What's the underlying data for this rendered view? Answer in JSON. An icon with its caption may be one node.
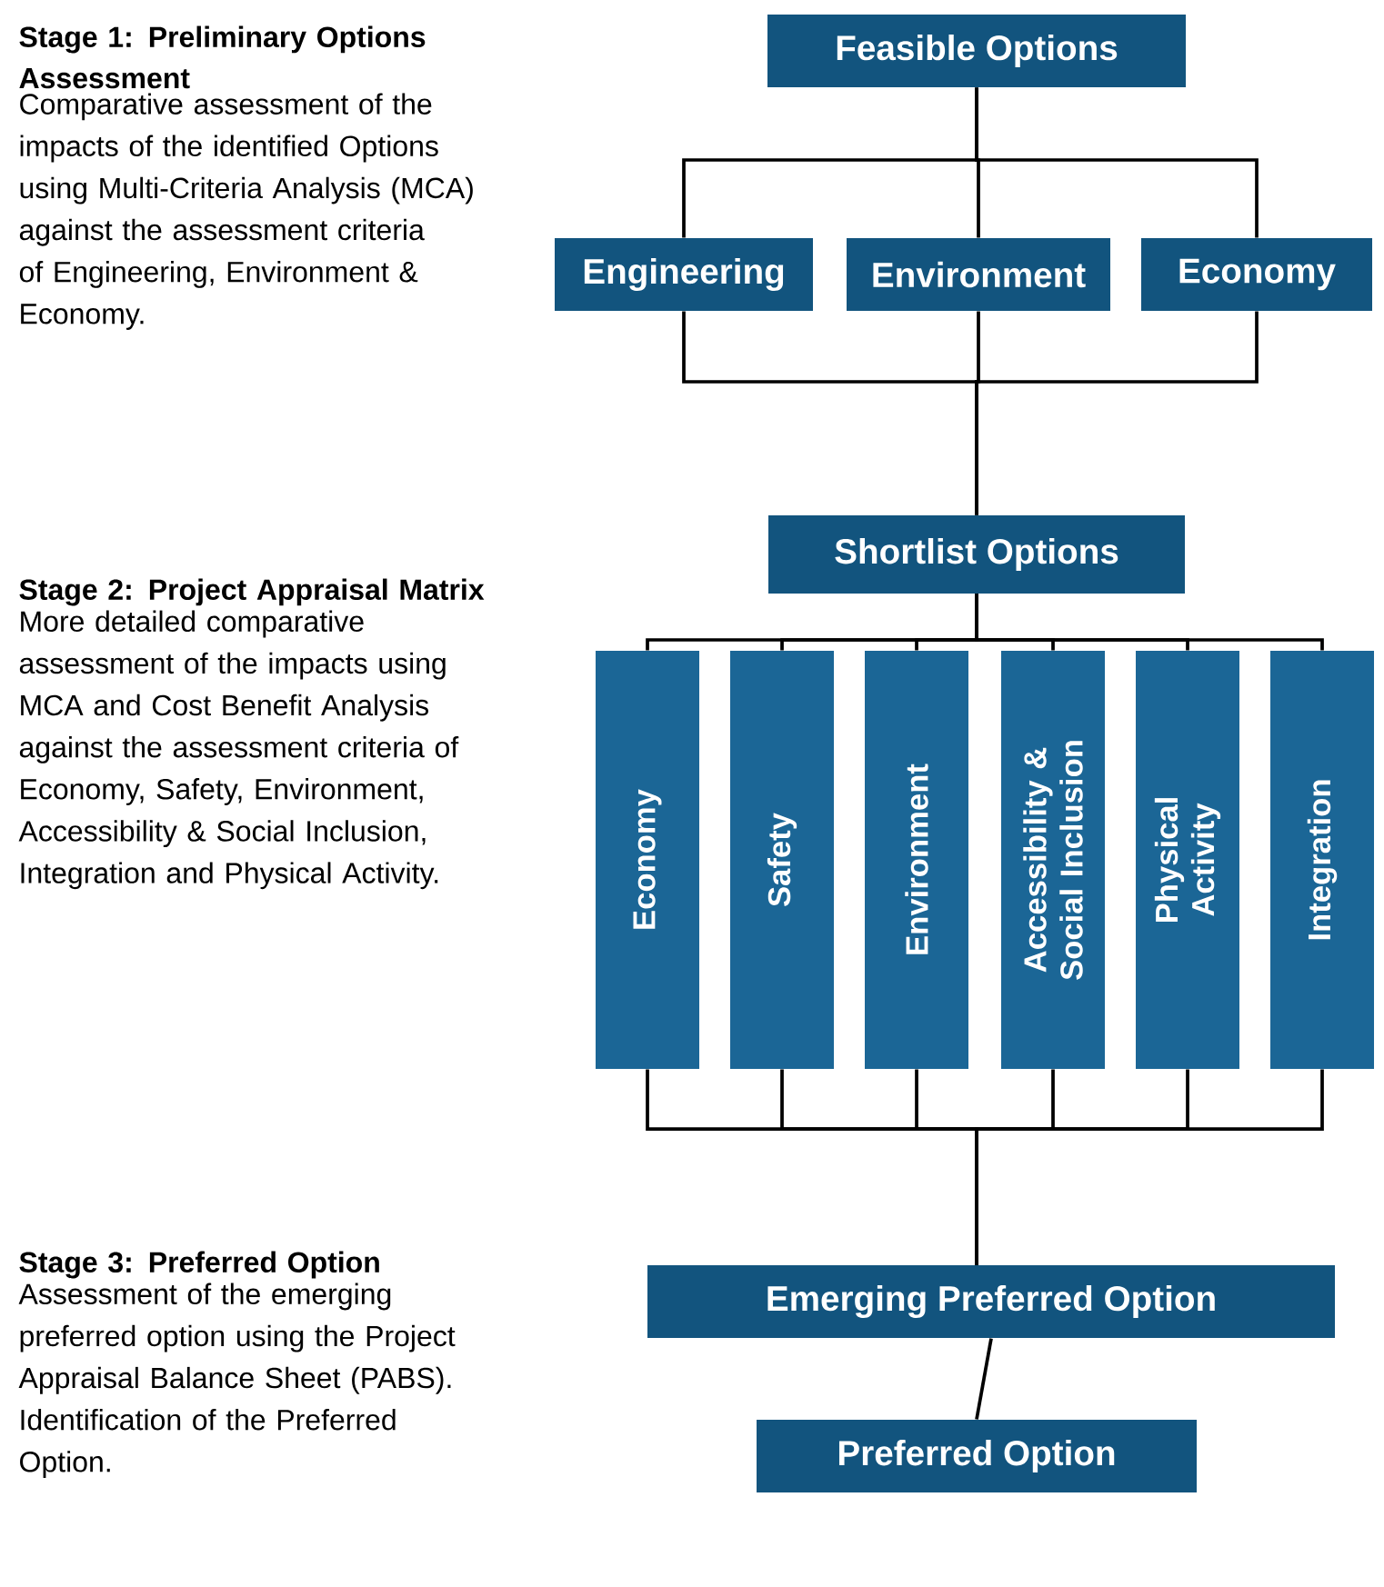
{
  "diagram": {
    "nodes": [
      {
        "text": [
          "Feasible Options"
        ]
      },
      {
        "text": [
          "Engineering"
        ]
      },
      {
        "text": [
          "Environment"
        ]
      },
      {
        "text": [
          "Economy"
        ]
      },
      {
        "text": [
          "Shortlist Options"
        ]
      },
      {
        "text": [
          "Economy"
        ]
      },
      {
        "text": [
          "Safety"
        ]
      },
      {
        "text": [
          "Environment"
        ]
      },
      {
        "text": [
          "Accessibility & Social Inclusion"
        ]
      },
      {
        "text": [
          "Physical Activity"
        ]
      },
      {
        "text": [
          "Integration"
        ]
      },
      {
        "text": [
          "Emerging Preferred Option"
        ]
      },
      {
        "text": [
          "Preferred Option"
        ]
      }
    ],
    "edges": [
      {
        "from": 0,
        "to": 1,
        "arrow": "none"
      },
      {
        "from": 0,
        "to": 2,
        "arrow": "none"
      },
      {
        "from": 0,
        "to": 3,
        "arrow": "none"
      },
      {
        "from": 1,
        "to": 4,
        "arrow": "none"
      },
      {
        "from": 2,
        "to": 4,
        "arrow": "none"
      },
      {
        "from": 3,
        "to": 4,
        "arrow": "none"
      },
      {
        "from": 4,
        "to": 5,
        "arrow": "none"
      },
      {
        "from": 4,
        "to": 6,
        "arrow": "none"
      },
      {
        "from": 4,
        "to": 7,
        "arrow": "none"
      },
      {
        "from": 4,
        "to": 8,
        "arrow": "none"
      },
      {
        "from": 4,
        "to": 9,
        "arrow": "none"
      },
      {
        "from": 4,
        "to": 10,
        "arrow": "none"
      },
      {
        "from": 5,
        "to": 11,
        "arrow": "none"
      },
      {
        "from": 6,
        "to": 11,
        "arrow": "none"
      },
      {
        "from": 7,
        "to": 11,
        "arrow": "none"
      },
      {
        "from": 8,
        "to": 11,
        "arrow": "none"
      },
      {
        "from": 9,
        "to": 11,
        "arrow": "none"
      },
      {
        "from": 10,
        "to": 11,
        "arrow": "none"
      },
      {
        "from": 11,
        "to": 12,
        "arrow": "none"
      }
    ],
    "labels": [
      "Stage 1: Preliminary Options Assessment",
      "Comparative assessment of the impacts of the identified Options using Multi-Criteria Analysis (MCA) against the assessment criteria of Engineering, Environment & Economy.",
      "Stage 2: Project Appraisal Matrix",
      "More detailed comparative assessment of the impacts using MCA and Cost Benefit Analysis against the assessment criteria of Economy, Safety, Environment, Accessibility & Social Inclusion, Integration and Physical Activity.",
      "Stage 3: Preferred Option",
      "Assessment of the emerging preferred option using the Project Appraisal Balance Sheet (PABS). Identification of the Preferred Option."
    ]
  }
}
